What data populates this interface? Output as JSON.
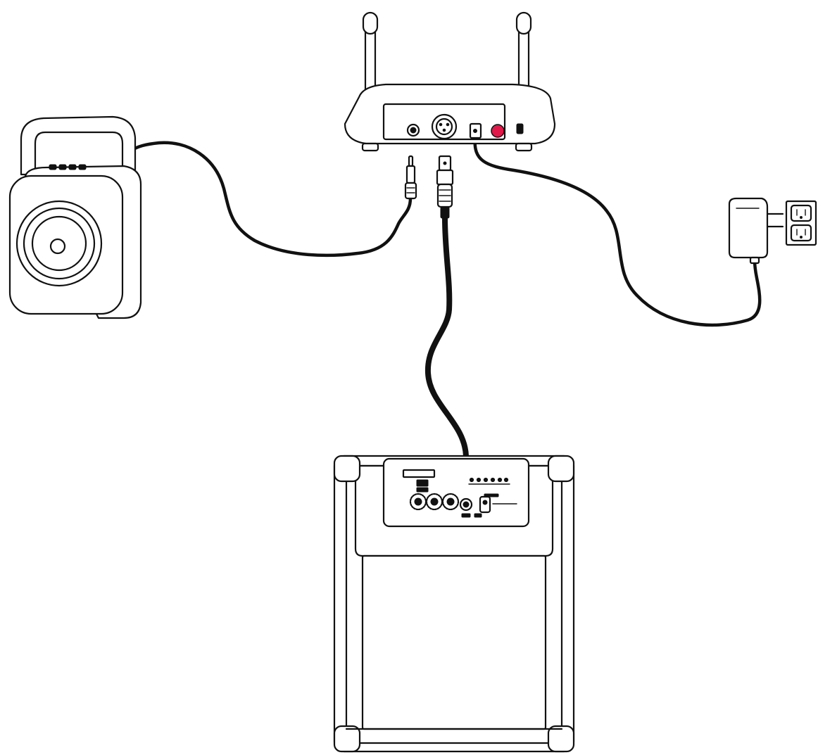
{
  "colors": {
    "line": "#111111",
    "background": "#ffffff",
    "power_led": "#e0194a"
  },
  "components": [
    {
      "id": "wireless-receiver",
      "icon": "receiver-icon"
    },
    {
      "id": "portable-speaker",
      "icon": "speaker-icon"
    },
    {
      "id": "guitar-amplifier",
      "icon": "amplifier-icon"
    },
    {
      "id": "power-adapter",
      "icon": "power-adapter-icon"
    },
    {
      "id": "wall-outlet",
      "icon": "outlet-icon"
    }
  ],
  "connections": [
    {
      "from": "wireless-receiver",
      "to": "portable-speaker",
      "cable": "quarter-inch-jack"
    },
    {
      "from": "wireless-receiver",
      "to": "guitar-amplifier",
      "cable": "xlr"
    },
    {
      "from": "wireless-receiver",
      "to": "power-adapter",
      "cable": "dc-power"
    }
  ]
}
